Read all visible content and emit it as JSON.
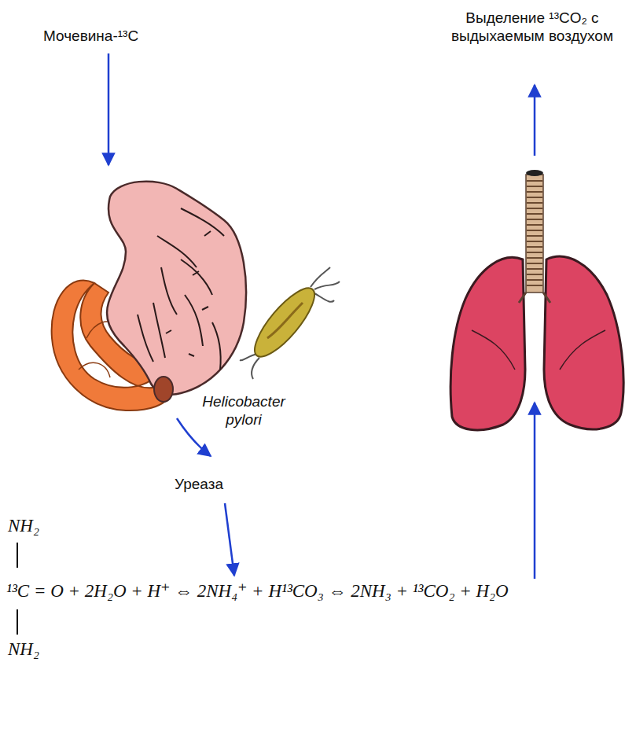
{
  "diagram": {
    "labels": [
      "Мочевина-¹³C",
      "Выделение ¹³CO₂ с выдыхаемым воздухом",
      "Helicobacter pylori",
      "Уреаза",
      "NH₂",
      "¹³C = O + 2H₂O + H⁺ ⇔ 2NH₄⁺ + H¹³CO₃ ⇔ 2NH₃ + ¹³CO₂ + H₂O",
      "NH₂"
    ]
  }
}
